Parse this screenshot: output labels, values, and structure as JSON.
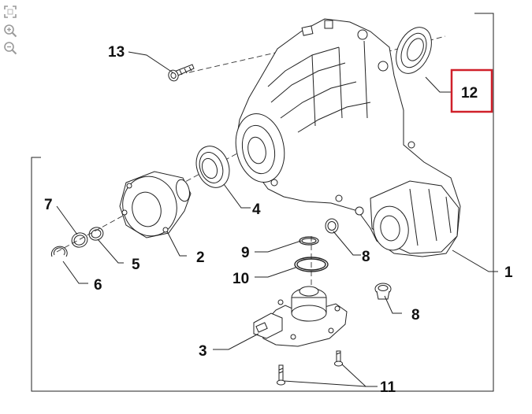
{
  "toolbar": {
    "tools": [
      {
        "name": "fit-to-window-icon"
      },
      {
        "name": "zoom-in-icon"
      },
      {
        "name": "zoom-out-icon"
      }
    ]
  },
  "diagram": {
    "highlight_color": "#d0202a",
    "line_color": "#222222",
    "callouts": {
      "c1": "1",
      "c2": "2",
      "c3": "3",
      "c4": "4",
      "c5": "5",
      "c6": "6",
      "c7": "7",
      "c8a": "8",
      "c8b": "8",
      "c9": "9",
      "c10": "10",
      "c11": "11",
      "c12": "12",
      "c13": "13"
    },
    "highlighted_callout": "12"
  }
}
